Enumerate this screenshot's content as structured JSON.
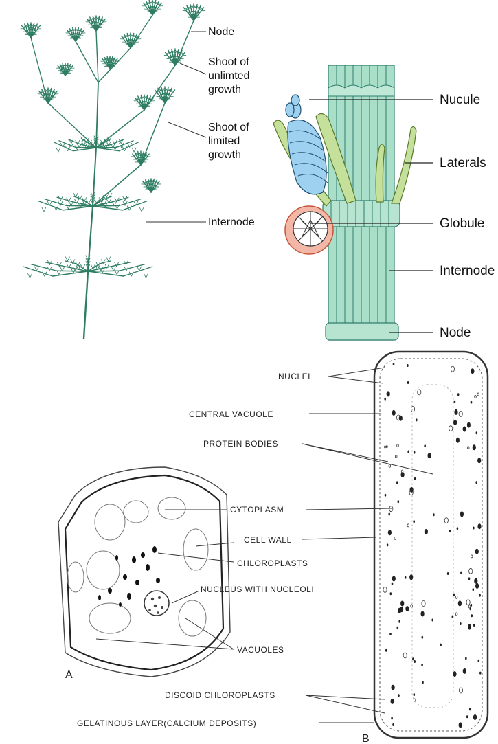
{
  "colors": {
    "plant_green": "#2e7d63",
    "stem_fill": "#a9dfc9",
    "stem_stroke": "#2f7d6d",
    "nucule_fill": "#9ed0f0",
    "lateral_fill": "#c5e09a",
    "globule_fill": "#f2b7a6",
    "globule_stroke": "#c4553a"
  },
  "panel1": {
    "labels": {
      "node": "Node",
      "shoot_unlimited": [
        "Shoot of",
        "unlimted",
        "growth"
      ],
      "shoot_limited": [
        "Shoot of",
        "limited",
        "growth"
      ],
      "internode": "Internode"
    }
  },
  "panel2": {
    "labels": {
      "nucule": "Nucule",
      "laterals": "Laterals",
      "globule": "Globule",
      "internode": "Internode",
      "node": "Node"
    }
  },
  "panel3": {
    "labels": {
      "nuclei": "NUCLEI",
      "central_vacuole": "CENTRAL  VACUOLE",
      "protein_bodies": "PROTEIN BODIES",
      "cytoplasm": "CYTOPLASM",
      "cell_wall": "CELL  WALL",
      "chloroplasts": "CHLOROPLASTS",
      "nucleus": "NUCLEUS WITH NUCLEOLI",
      "vacuoles": "VACUOLES",
      "discoid": "DISCOID CHLOROPLASTS",
      "gelatinous": "GELATINOUS LAYER(CALCIUM DEPOSITS)"
    },
    "panel_a": "A",
    "panel_b": "B"
  }
}
